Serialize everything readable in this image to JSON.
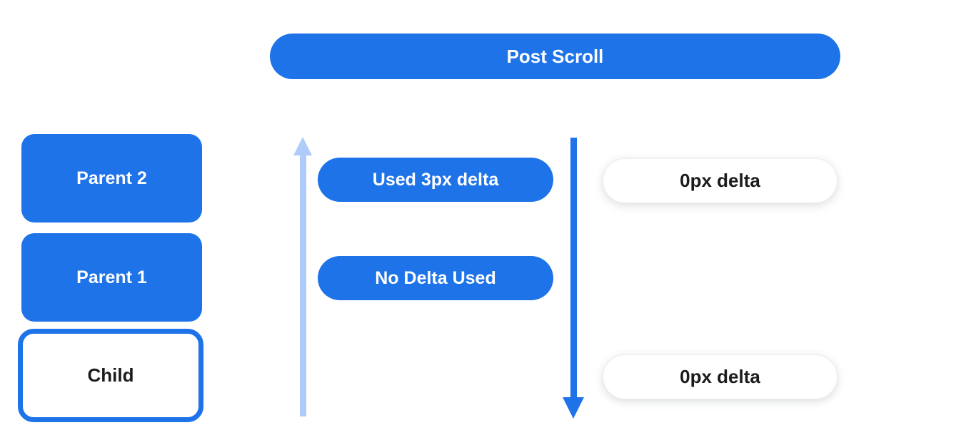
{
  "colors": {
    "primary_blue": "#1e73e8",
    "light_blue": "#aecbfa",
    "surface_white": "#ffffff",
    "dark_text": "#1b1b1b"
  },
  "banner": {
    "label": "Post Scroll"
  },
  "node_stack": [
    {
      "label": "Parent 2",
      "style": "filled"
    },
    {
      "label": "Parent 1",
      "style": "filled"
    },
    {
      "label": "Child",
      "style": "outlined"
    }
  ],
  "arrows": {
    "up": {
      "icon": "arrow-up-icon",
      "direction": "up",
      "color": "#aecbfa"
    },
    "down": {
      "icon": "arrow-down-icon",
      "direction": "down",
      "color": "#1e73e8"
    }
  },
  "delta_labels": {
    "used_delta": "Used 3px delta",
    "no_delta": "No Delta Used",
    "zero_delta_top": "0px delta",
    "zero_delta_bottom": "0px delta"
  }
}
